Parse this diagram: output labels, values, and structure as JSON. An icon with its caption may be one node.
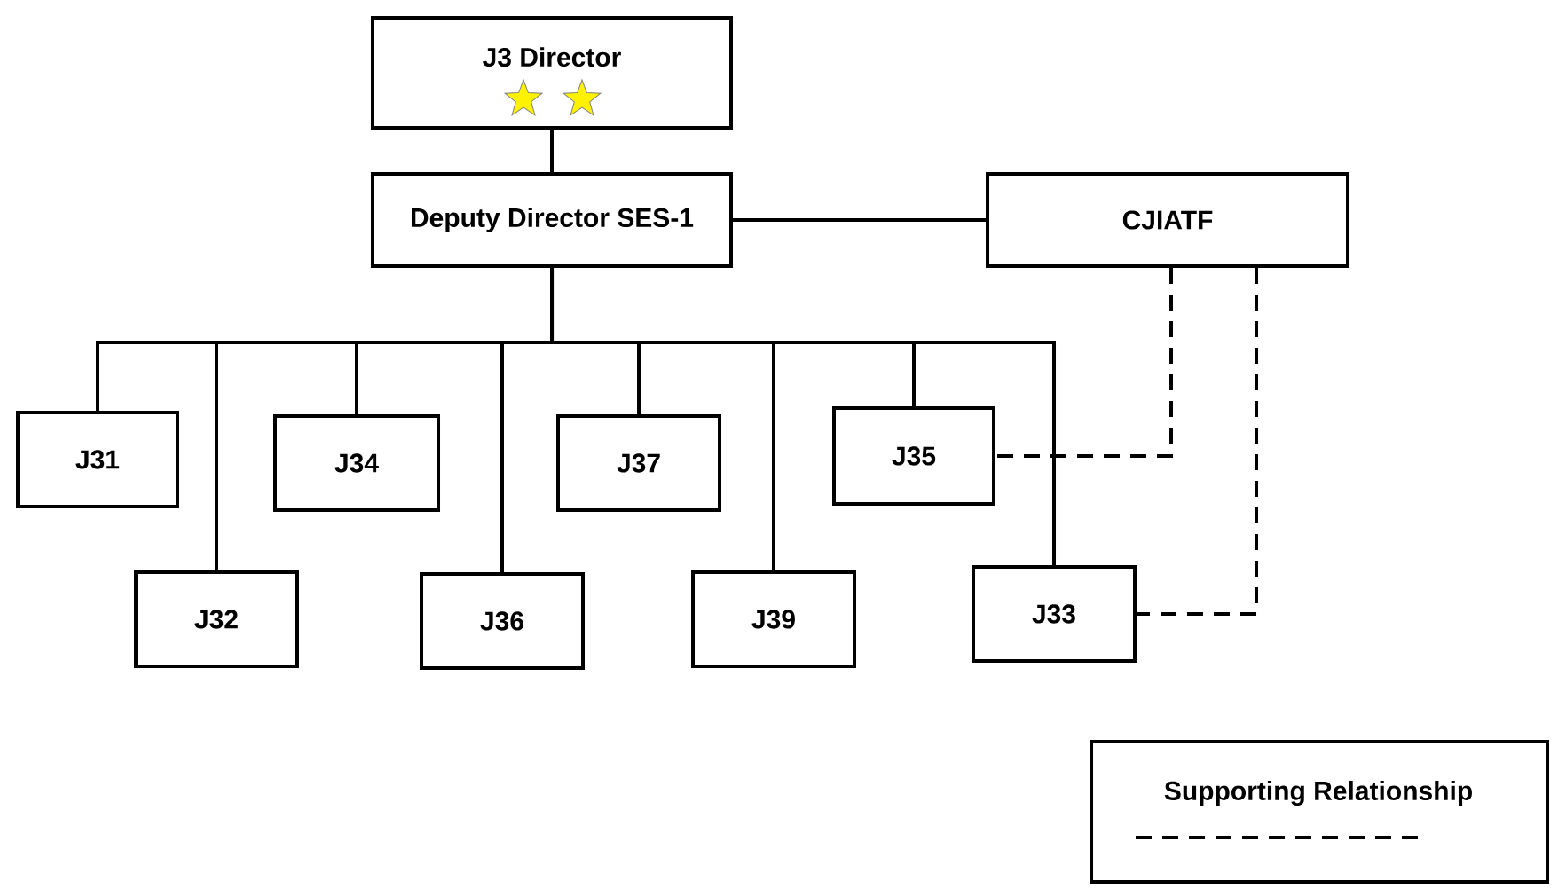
{
  "diagram": {
    "nodes": [
      {
        "text": [
          "J3 Director"
        ]
      },
      {
        "text": [
          "Deputy Director SES-1"
        ]
      },
      {
        "text": [
          "CJIATF"
        ]
      },
      {
        "text": [
          "J31"
        ]
      },
      {
        "text": [
          "J32"
        ]
      },
      {
        "text": [
          "J34"
        ]
      },
      {
        "text": [
          "J36"
        ]
      },
      {
        "text": [
          "J37"
        ]
      },
      {
        "text": [
          "J39"
        ]
      },
      {
        "text": [
          "J35"
        ]
      },
      {
        "text": [
          "J33"
        ]
      }
    ],
    "edges": [
      {
        "from": 0,
        "to": 1,
        "arrow": "none"
      },
      {
        "from": 1,
        "to": 2,
        "arrow": "none"
      },
      {
        "from": 1,
        "to": 3,
        "arrow": "none"
      },
      {
        "from": 1,
        "to": 4,
        "arrow": "none"
      },
      {
        "from": 1,
        "to": 5,
        "arrow": "none"
      },
      {
        "from": 1,
        "to": 6,
        "arrow": "none"
      },
      {
        "from": 1,
        "to": 7,
        "arrow": "none"
      },
      {
        "from": 1,
        "to": 8,
        "arrow": "none"
      },
      {
        "from": 1,
        "to": 9,
        "arrow": "none"
      },
      {
        "from": 1,
        "to": 10,
        "arrow": "none"
      },
      {
        "from": 2,
        "to": 9,
        "arrow": "none",
        "style": "dashed"
      },
      {
        "from": 2,
        "to": 10,
        "arrow": "none",
        "style": "dashed"
      }
    ],
    "legend": [
      {
        "text": "Supporting Relationship"
      }
    ]
  }
}
